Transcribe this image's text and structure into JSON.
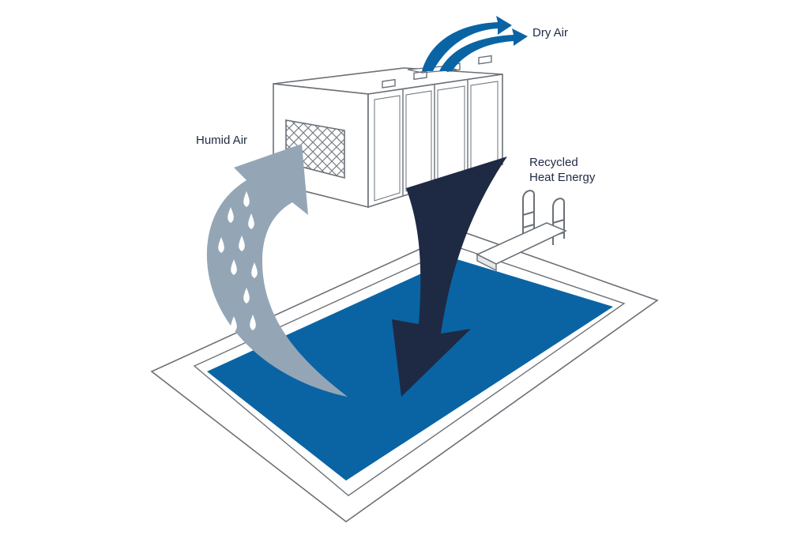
{
  "labels": {
    "dry_air": "Dry Air",
    "humid_air": "Humid Air",
    "recycled_line1": "Recycled",
    "recycled_line2": "Heat Energy"
  },
  "colors": {
    "pool_water": "#0a64a4",
    "humid_arrow": "#94a6b6",
    "recycled_arrow": "#1e2a44",
    "dry_arrow": "#0a64a4",
    "outline": "#6b7178",
    "label_text": "#1e2a44"
  },
  "icons": {
    "water_drop": "water-drop-icon"
  }
}
